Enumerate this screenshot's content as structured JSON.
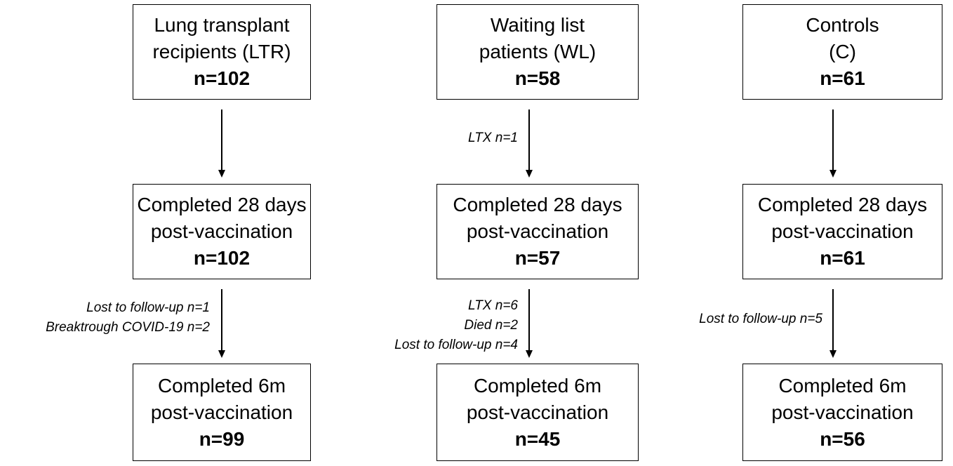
{
  "columns": [
    {
      "id": "ltr",
      "top": {
        "line1": "Lung transplant",
        "line2": "recipients (LTR)",
        "n": "n=102"
      },
      "mid": {
        "line1": "Completed 28 days",
        "line2": "post-vaccination",
        "n": "n=102"
      },
      "bottom": {
        "line1": "Completed 6m",
        "line2": "post-vaccination",
        "n": "n=99"
      },
      "note1": [],
      "note2": [
        "Lost to follow-up n=1",
        "Breaktrough COVID-19 n=2"
      ]
    },
    {
      "id": "wl",
      "top": {
        "line1": "Waiting list",
        "line2": "patients (WL)",
        "n": "n=58"
      },
      "mid": {
        "line1": "Completed 28 days",
        "line2": "post-vaccination",
        "n": "n=57"
      },
      "bottom": {
        "line1": "Completed 6m",
        "line2": "post-vaccination",
        "n": "n=45"
      },
      "note1": [
        "LTX n=1"
      ],
      "note2": [
        "LTX n=6",
        "Died n=2",
        "Lost to follow-up n=4"
      ]
    },
    {
      "id": "c",
      "top": {
        "line1": "Controls",
        "line2": "(C)",
        "n": "n=61"
      },
      "mid": {
        "line1": "Completed 28 days",
        "line2": "post-vaccination",
        "n": "n=61"
      },
      "bottom": {
        "line1": "Completed 6m",
        "line2": "post-vaccination",
        "n": "n=56"
      },
      "note1": [],
      "note2": [
        "Lost to follow-up n=5"
      ]
    }
  ]
}
